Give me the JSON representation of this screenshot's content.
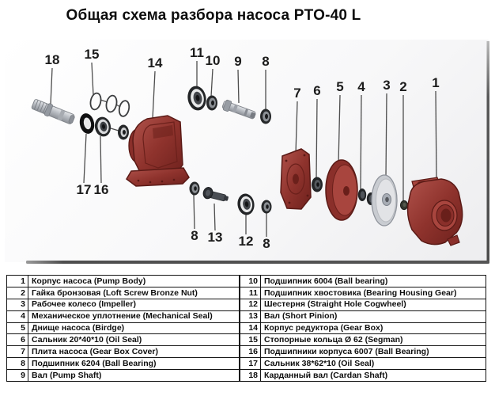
{
  "title": "Общая схема разбора насоса PTO-40 L",
  "diagram": {
    "callouts": [
      {
        "num": "18"
      },
      {
        "num": "15"
      },
      {
        "num": "14"
      },
      {
        "num": "11"
      },
      {
        "num": "10"
      },
      {
        "num": "9"
      },
      {
        "num": "8"
      },
      {
        "num": "7"
      },
      {
        "num": "6"
      },
      {
        "num": "5"
      },
      {
        "num": "4"
      },
      {
        "num": "3"
      },
      {
        "num": "2"
      },
      {
        "num": "1"
      },
      {
        "num": "17"
      },
      {
        "num": "16"
      },
      {
        "num": "8"
      },
      {
        "num": "13"
      },
      {
        "num": "12"
      },
      {
        "num": "8"
      }
    ]
  },
  "table": {
    "left": [
      {
        "num": "1",
        "name": "Корпус насоса (Pump Body)"
      },
      {
        "num": "2",
        "name": "Гайка бронзовая (Loft Screw Bronze Nut)"
      },
      {
        "num": "3",
        "name": "Рабочее колесо (Impeller)"
      },
      {
        "num": "4",
        "name": "Механическое уплотнение (Mechanical Seal)"
      },
      {
        "num": "5",
        "name": "Днище насоса (Birdge)"
      },
      {
        "num": "6",
        "name": "Сальник 20*40*10 (Oil Seal)"
      },
      {
        "num": "7",
        "name": "Плита насоса (Gear Box Cover)"
      },
      {
        "num": "8",
        "name": "Подшипник 6204 (Ball Bearing)"
      },
      {
        "num": "9",
        "name": "Вал (Pump Shaft)"
      }
    ],
    "right": [
      {
        "num": "10",
        "name": "Подшипник 6004 (Ball bearing)"
      },
      {
        "num": "11",
        "name": "Подшипник хвостовика (Bearing Housing Gear)"
      },
      {
        "num": "12",
        "name": "Шестерня (Straight Hole Cogwheel)"
      },
      {
        "num": "13",
        "name": "Вал (Short Pinion)"
      },
      {
        "num": "14",
        "name": "Корпус редуктора (Gear Box)"
      },
      {
        "num": "15",
        "name": "Стопорные кольца Ø 62 (Segman)"
      },
      {
        "num": "16",
        "name": "Подшипники корпуса 6007 (Ball Bearing)"
      },
      {
        "num": "17",
        "name": "Сальник 38*62*10 (Oil Seal)"
      },
      {
        "num": "18",
        "name": "Карданный вал (Cardan Shaft)"
      }
    ]
  },
  "colors": {
    "part_red": "#8a2f2a",
    "part_red_light": "#a8453e",
    "metal_silver": "#d6d8db",
    "bearing_dark": "#232527",
    "leader_line": "#4d4d4d",
    "table_border": "#141414"
  }
}
